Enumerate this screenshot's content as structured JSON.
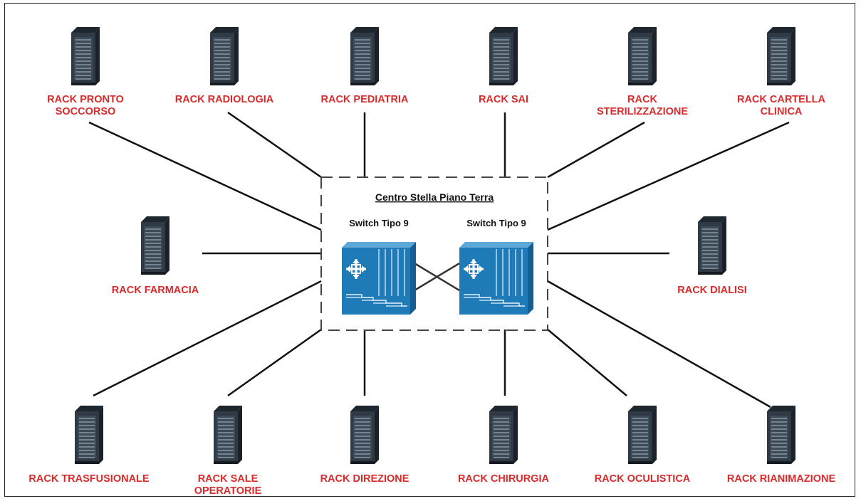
{
  "center": {
    "title": "Centro Stella Piano Terra",
    "switches": [
      {
        "label": "Switch Tipo 9"
      },
      {
        "label": "Switch Tipo 9"
      }
    ]
  },
  "racks": [
    {
      "lines": [
        "RACK PRONTO",
        "SOCCORSO"
      ]
    },
    {
      "lines": [
        "RACK RADIOLOGIA"
      ]
    },
    {
      "lines": [
        "RACK PEDIATRIA"
      ]
    },
    {
      "lines": [
        "RACK SAI"
      ]
    },
    {
      "lines": [
        "RACK",
        "STERILIZZAZIONE"
      ]
    },
    {
      "lines": [
        "RACK CARTELLA",
        "CLINICA"
      ]
    },
    {
      "lines": [
        "RACK FARMACIA"
      ]
    },
    {
      "lines": [
        "RACK DIALISI"
      ]
    },
    {
      "lines": [
        "RACK TRASFUSIONALE"
      ]
    },
    {
      "lines": [
        "RACK SALE",
        "OPERATORIE"
      ]
    },
    {
      "lines": [
        "RACK DIREZIONE"
      ]
    },
    {
      "lines": [
        "RACK CHIRURGIA"
      ]
    },
    {
      "lines": [
        "RACK OCULISTICA"
      ]
    },
    {
      "lines": [
        "RACK RIANIMAZIONE"
      ]
    }
  ],
  "colors": {
    "label": "#d92b2b",
    "switch": "#1f7ab8",
    "rack": "#2f3a45",
    "line": "#111111"
  }
}
